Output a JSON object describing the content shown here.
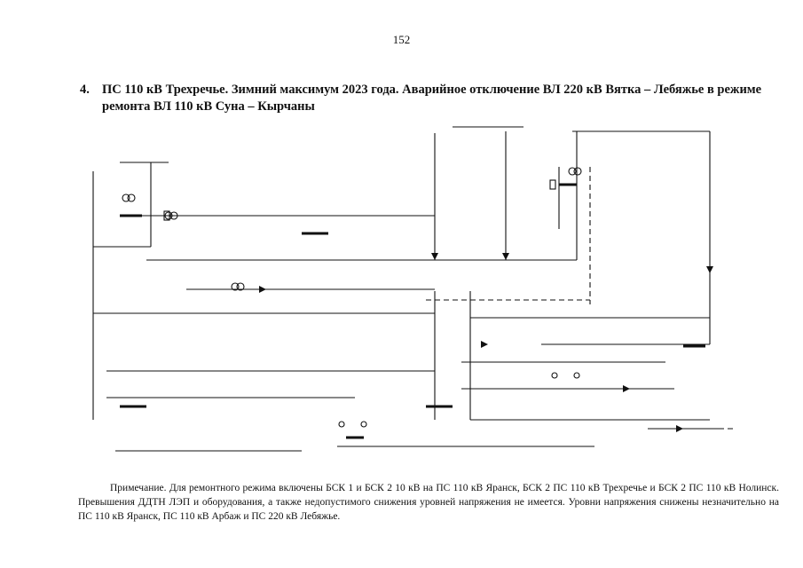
{
  "page_number": "152",
  "heading": {
    "number": "4.",
    "text": "ПС 110 кВ Трехречье. Зимний максимум 2023 года. Аварийное отключение ВЛ 220 кВ Вятка – Лебяжье в режиме ремонта ВЛ 110 кВ Суна – Кырчаны"
  },
  "note": "Примечание. Для ремонтного режима включены БСК 1 и БСК 2 10 кВ на ПС 110 кВ Яранск, БСК 2 ПС 110 кВ Трехречье и БСК 2 ПС 110 кВ Нолинск. Превышения ДДТН ЛЭП и оборудования, а также недопустимого снижения уровней напряжения не имеется. Уровни напряжения снижены незначительно на ПС 110 кВ Яранск, ПС 110 кВ Арбаж и ПС 220 кВ Лебяжье."
}
